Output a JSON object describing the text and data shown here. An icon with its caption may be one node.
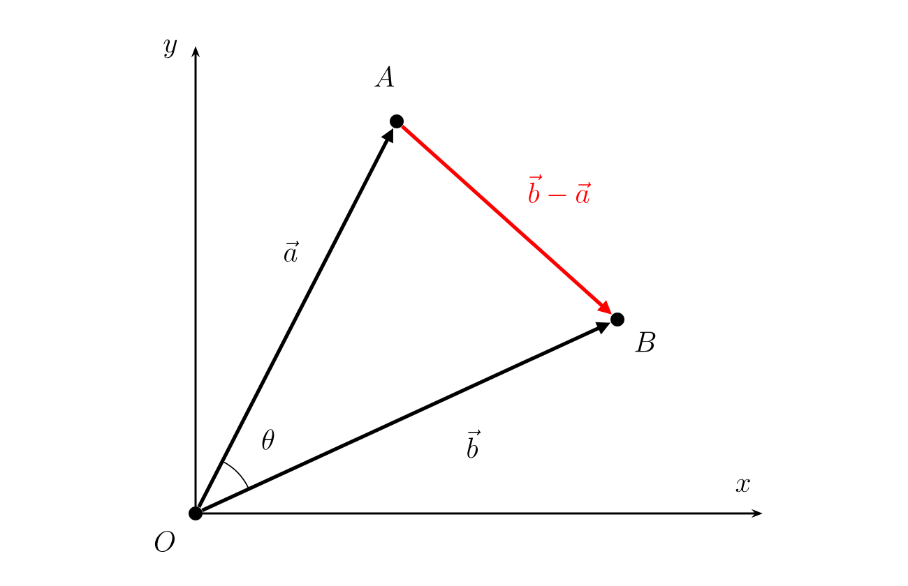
{
  "diagram": {
    "nodes": [
      {
        "text": [
          "O"
        ]
      },
      {
        "text": [
          "A"
        ]
      },
      {
        "text": [
          "B"
        ]
      }
    ],
    "edges": [
      {
        "from": 0,
        "to": 1,
        "arrow": "to",
        "label": "\\vec{a}"
      },
      {
        "from": 0,
        "to": 2,
        "arrow": "to",
        "label": "\\vec{b}"
      },
      {
        "from": 1,
        "to": 2,
        "arrow": "to",
        "label": "\\vec{b}-\\vec{a}",
        "color": "#ff0000"
      }
    ],
    "labels": [
      "y",
      "x",
      "\\theta"
    ]
  }
}
